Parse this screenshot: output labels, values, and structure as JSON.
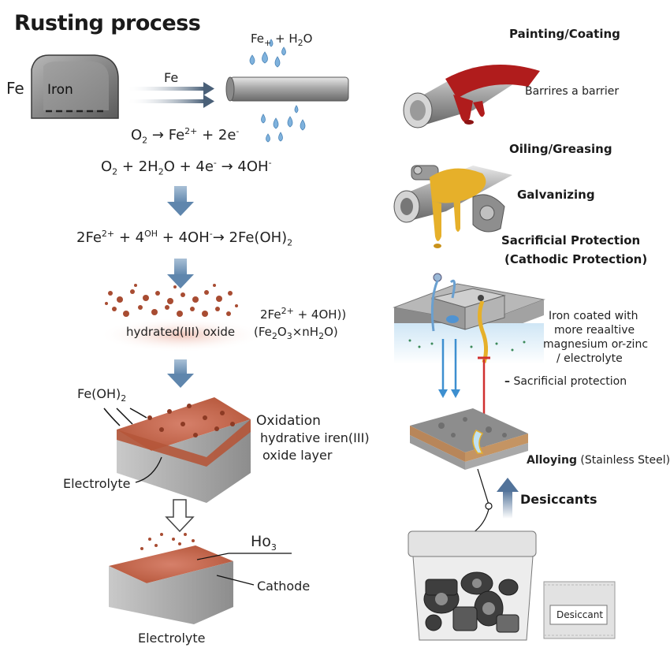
{
  "title": "Rusting process",
  "left": {
    "fe_symbol": "Fe",
    "iron_block_label": "Iron",
    "arrow_label": "Fe",
    "fe_h2o_pre": "Fe",
    "fe_h2o_plus": "+",
    "fe_h2o_rest": " + H",
    "fe_h2o_sub": "2",
    "fe_h2o_end": "O",
    "eq1_a": "O",
    "eq1_sub": "2",
    "eq1_b": " → Fe",
    "eq1_sup": "2+",
    "eq1_c": " + 2e",
    "eq1_sup2": "-",
    "eq2_a": "O",
    "eq2_sub": "2",
    "eq2_b": " + 2H",
    "eq2_sub2": "2",
    "eq2_c": "O + 4e",
    "eq2_sup": "-",
    "eq2_d": " → 4OH",
    "eq2_sup2": "-",
    "eq3_a": "2Fe",
    "eq3_sup": "2+",
    "eq3_b": " + 4",
    "eq3_sup2": "OH",
    "eq3_c": " + 4OH",
    "eq3_sup3": "-",
    "eq3_d": "→ 2Fe(OH)",
    "eq3_sub": "2",
    "hydrated_label": "hydrated(III) oxide",
    "side_eq_a": "2Fe",
    "side_eq_sup": "2+",
    "side_eq_b": " + 4OH))",
    "side_eq2_a": "(Fe",
    "side_eq2_sub": "2",
    "side_eq2_b": "O",
    "side_eq2_sub2": "3",
    "side_eq2_c": "×nH",
    "side_eq2_sub3": "2",
    "side_eq2_d": "O)",
    "feoh2_a": "Fe(OH)",
    "feoh2_sub": "2",
    "oxidation_1": "Oxidation",
    "oxidation_2": "hydrative iren(III)",
    "oxidation_3": "oxide layer",
    "electrolyte_1": "Electrolyte",
    "ho3_a": "Ho",
    "ho3_sub": "3",
    "cathode": "Cathode",
    "electrolyte_2": "Electrolyte"
  },
  "right": {
    "painting": "Painting/Coating",
    "barrier": "Barrires a barrier",
    "oiling": "Oiling/Greasing",
    "galvanizing": "Galvanizing",
    "sacrificial_1": "Sacrificial Protection",
    "sacrificial_2": "(Cathodic Protection)",
    "coated_1": "Iron coated with",
    "coated_2": "more reaaltive",
    "coated_3": "magnesium or-zinc",
    "coated_4": "/ electrolyte",
    "sac_label": "Sacrificial protection",
    "alloying_bold": "Alloying",
    "alloying_rest": " (Stainless Steel)",
    "desiccants": "Desiccants",
    "desiccant_pack": "Desiccant"
  },
  "colors": {
    "rust": "#b5563a",
    "steel": "#9a9a9a",
    "water": "#7fb2dd",
    "arrow_blue": "#6d94b8",
    "paint_red": "#b01c1c",
    "grease": "#e6b02a",
    "red_line": "#d03030"
  }
}
